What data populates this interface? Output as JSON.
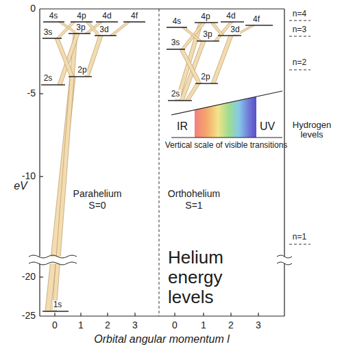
{
  "diagram": {
    "title": "Helium energy levels",
    "labels": [
      "0",
      "-5",
      "-10",
      "-20",
      "-25",
      "eV",
      "4s",
      "4p",
      "4d",
      "4f",
      "3s",
      "3p",
      "3d",
      "2s",
      "2p",
      "1s",
      "Parahelium",
      "S=0",
      "4s",
      "4p",
      "4d",
      "4f",
      "3s",
      "3p",
      "3d",
      "2s",
      "2p",
      "Orthohelium",
      "S=1",
      "IR",
      "UV",
      "Vertical scale of visible transitions",
      "n=4",
      "n=3",
      "n=2",
      "Hydrogen levels",
      "n=1",
      "0",
      "1",
      "2",
      "3",
      "0",
      "1",
      "2",
      "3",
      "Orbital angular momentum l"
    ]
  }
}
